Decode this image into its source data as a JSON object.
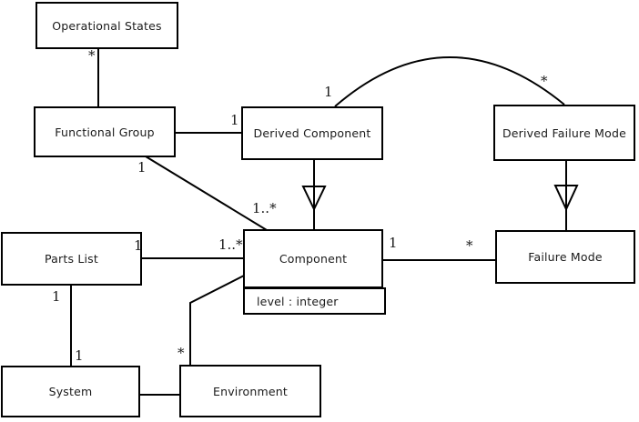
{
  "diagram": {
    "kind": "uml-class-diagram",
    "background_color": "#ffffff",
    "line_color": "#000000",
    "text_color": "#1a1a1a"
  },
  "classes": {
    "operational_states": {
      "name": "Operational States"
    },
    "functional_group": {
      "name": "Functional Group"
    },
    "derived_component": {
      "name": "Derived Component"
    },
    "derived_failure_mode": {
      "name": "Derived Failure Mode"
    },
    "parts_list": {
      "name": "Parts List"
    },
    "component": {
      "name": "Component",
      "attribute": "level : integer"
    },
    "failure_mode": {
      "name": "Failure Mode"
    },
    "system": {
      "name": "System"
    },
    "environment": {
      "name": "Environment"
    }
  },
  "labels": {
    "os_fg_star": "*",
    "fg_dc_one": "1",
    "dc_dfm_one": "1",
    "dc_dfm_star": "*",
    "fg_comp_one": "1",
    "fg_comp_many": "1..*",
    "pl_comp_one": "1",
    "pl_comp_many": "1..*",
    "comp_fm_one": "1",
    "comp_fm_star": "*",
    "pl_sys_top": "1",
    "pl_sys_bottom": "1",
    "env_comp_star": "*"
  },
  "relationships": [
    {
      "between": [
        "Operational States",
        "Functional Group"
      ],
      "type": "association",
      "multiplicity_operational_states": "*"
    },
    {
      "between": [
        "Functional Group",
        "Derived Component"
      ],
      "type": "association",
      "multiplicity_derived_component": "1"
    },
    {
      "between": [
        "Functional Group",
        "Component"
      ],
      "type": "association",
      "multiplicity_functional_group": "1",
      "multiplicity_component": "1..*"
    },
    {
      "between": [
        "Derived Component",
        "Component"
      ],
      "type": "generalization",
      "parent": "Component"
    },
    {
      "between": [
        "Derived Component",
        "Derived Failure Mode"
      ],
      "type": "association",
      "multiplicity_derived_component": "1",
      "multiplicity_derived_failure_mode": "*"
    },
    {
      "between": [
        "Derived Failure Mode",
        "Failure Mode"
      ],
      "type": "generalization",
      "parent": "Failure Mode"
    },
    {
      "between": [
        "Parts List",
        "Component"
      ],
      "type": "association",
      "multiplicity_parts_list": "1",
      "multiplicity_component": "1..*"
    },
    {
      "between": [
        "Component",
        "Failure Mode"
      ],
      "type": "association",
      "multiplicity_component": "1",
      "multiplicity_failure_mode": "*"
    },
    {
      "between": [
        "Parts List",
        "System"
      ],
      "type": "association",
      "multiplicity_parts_list": "1",
      "multiplicity_system": "1"
    },
    {
      "between": [
        "System",
        "Environment"
      ],
      "type": "association"
    },
    {
      "between": [
        "Environment",
        "Component"
      ],
      "type": "association",
      "multiplicity_environment": "*"
    }
  ]
}
